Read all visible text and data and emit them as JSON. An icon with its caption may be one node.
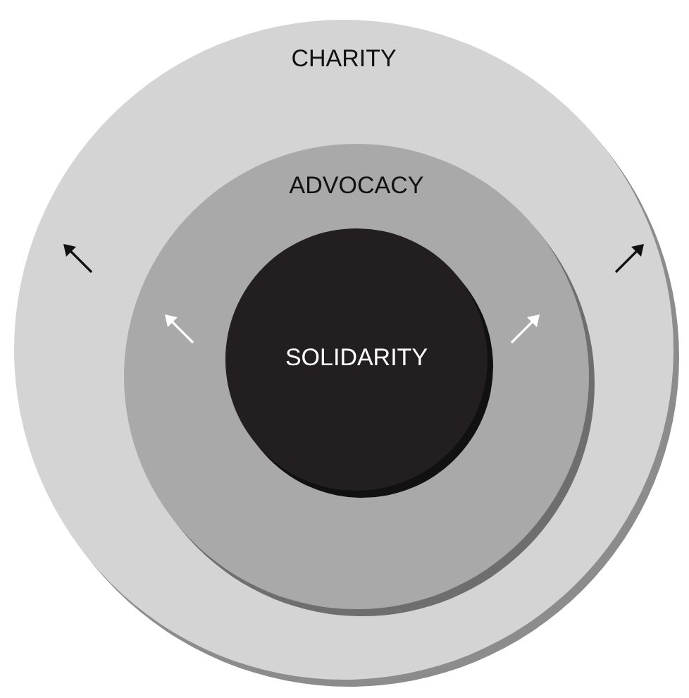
{
  "diagram": {
    "nodes": [
      {
        "text": [
          "CHARITY"
        ]
      },
      {
        "text": [
          "ADVOCACY"
        ],
        "in": 0
      },
      {
        "text": [
          "SOLIDARITY"
        ],
        "in": 1
      }
    ]
  }
}
